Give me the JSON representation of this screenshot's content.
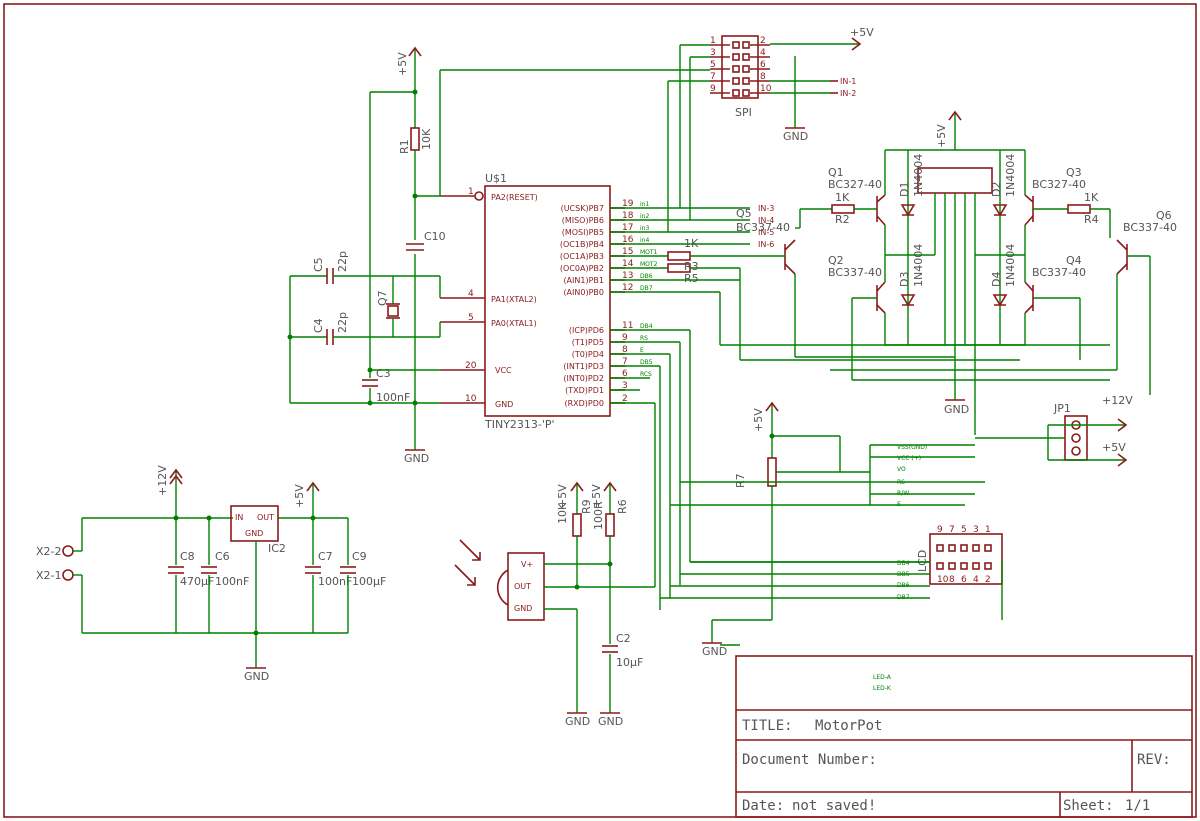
{
  "title_block": {
    "title_label": "TITLE:",
    "title": "MotorPot",
    "doc_number_label": "Document Number:",
    "rev_label": "REV:",
    "date_label": "Date:",
    "date": "not saved!",
    "sheet_label": "Sheet:",
    "sheet": "1/1",
    "led_a": "LED-A",
    "led_k": "LED-K"
  },
  "power": {
    "p5v": "+5V",
    "p12v": "+12V",
    "gnd": "GND"
  },
  "mcu": {
    "name": "U$1",
    "value": "TINY2313-'P'",
    "left_pins": [
      {
        "num": "1",
        "name": "PA2(RESET)"
      },
      {
        "num": "4",
        "name": "PA1(XTAL2)"
      },
      {
        "num": "5",
        "name": "PA0(XTAL1)"
      },
      {
        "num": "20",
        "name": "VCC"
      },
      {
        "num": "10",
        "name": "GND"
      }
    ],
    "right_pins": [
      {
        "num": "19",
        "name": "(UCSK)PB7",
        "net": "in1"
      },
      {
        "num": "18",
        "name": "(MISO)PB6",
        "net": "in2"
      },
      {
        "num": "17",
        "name": "(MOSI)PB5",
        "net": "in3"
      },
      {
        "num": "16",
        "name": "(OC1B)PB4",
        "net": "in4"
      },
      {
        "num": "15",
        "name": "(OC1A)PB3",
        "net": "MOT1"
      },
      {
        "num": "14",
        "name": "(OC0A)PB2",
        "net": "MOT2"
      },
      {
        "num": "13",
        "name": "(AIN1)PB1",
        "net": "DB6"
      },
      {
        "num": "12",
        "name": "(AIN0)PB0",
        "net": "DB7"
      },
      {
        "num": "11",
        "name": "(ICP)PD6",
        "net": "DB4"
      },
      {
        "num": "9",
        "name": "(T1)PD5",
        "net": "RS"
      },
      {
        "num": "8",
        "name": "(T0)PD4",
        "net": "E"
      },
      {
        "num": "7",
        "name": "(INT1)PD3",
        "net": "DB5"
      },
      {
        "num": "6",
        "name": "(INT0)PD2",
        "net": "RCS"
      },
      {
        "num": "3",
        "name": "(TXD)PD1",
        "net": ""
      },
      {
        "num": "2",
        "name": "(RXD)PD0",
        "net": ""
      }
    ]
  },
  "spi": {
    "name": "SPI",
    "pins_left": [
      "1",
      "3",
      "5",
      "7",
      "9"
    ],
    "pins_right": [
      "2",
      "4",
      "6",
      "8",
      "10"
    ],
    "nets": [
      "IN-1",
      "IN-2",
      "IN-3",
      "IN-4",
      "IN-5",
      "IN-6"
    ]
  },
  "parts": {
    "r1": "R1",
    "r1v": "10K",
    "c10": "C10",
    "c5": "C5",
    "c5v": "22p",
    "c4": "C4",
    "c4v": "22p",
    "q7": "Q7",
    "c3": "C3",
    "c3v": "100nF",
    "q1": "Q1",
    "q1v": "BC327-40",
    "q2": "Q2",
    "q2v": "BC337-40",
    "q3": "Q3",
    "q3v": "BC327-40",
    "q4": "Q4",
    "q4v": "BC337-40",
    "q5": "Q5",
    "q5v": "BC337-40",
    "q6": "Q6",
    "q6v": "BC337-40",
    "r2": "R2",
    "r2v": "1K",
    "r3": "R3",
    "r3v": "1K",
    "r4": "R4",
    "r4v": "1K",
    "r5": "R5",
    "d1": "D1",
    "d2": "D2",
    "d3": "D3",
    "d4": "D4",
    "dv": "1N4004",
    "jp1": "JP1",
    "r7": "R7",
    "lcd": "LCD",
    "ic2": "IC2",
    "ic2_in": "IN",
    "ic2_out": "OUT",
    "ic2_gnd": "GND",
    "c8": "C8",
    "c8v": "470µF",
    "c6": "C6",
    "c6v": "100nF",
    "c7": "C7",
    "c7v": "100nF",
    "c9": "C9",
    "c9v": "100µF",
    "x21": "X2-1",
    "x22": "X2-2",
    "r9": "R9",
    "r9v": "10K",
    "r6": "R6",
    "r6v": "100R",
    "c2": "C2",
    "c2v": "10µF",
    "ir_vp": "V+",
    "ir_out": "OUT",
    "ir_gnd": "GND"
  },
  "lcd_nets": [
    "VSS(GND)",
    "VCC (+)",
    "VO",
    "RS",
    "R/W",
    "E",
    "DB4",
    "DB5",
    "DB6",
    "DB7"
  ],
  "lcd_pins_top": [
    "9",
    "7",
    "5",
    "3",
    "1"
  ],
  "lcd_pins_bot": [
    "10",
    "8",
    "6",
    "4",
    "2"
  ]
}
